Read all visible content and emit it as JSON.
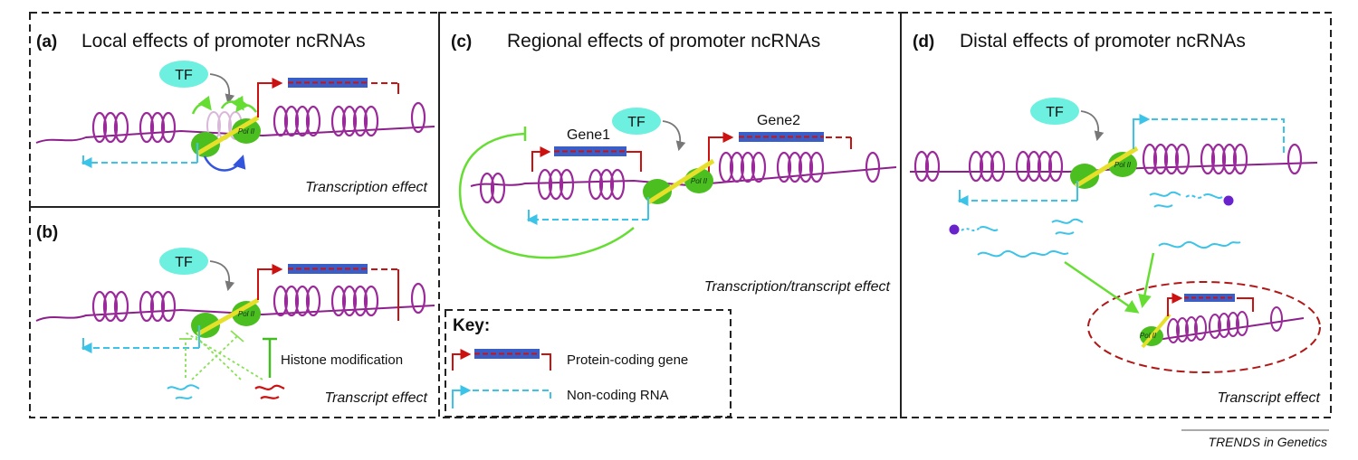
{
  "panels": {
    "a": {
      "label": "(a)",
      "title": "Local effects of promoter ncRNAs",
      "effect": "Transcription effect"
    },
    "b": {
      "label": "(b)",
      "effect": "Transcript effect",
      "note": "Histone modification"
    },
    "c": {
      "label": "(c)",
      "title": "Regional effects of promoter ncRNAs",
      "effect": "Transcription/transcript effect",
      "gene1": "Gene1",
      "gene2": "Gene2"
    },
    "d": {
      "label": "(d)",
      "title": "Distal effects of promoter ncRNAs",
      "effect": "Transcript effect"
    }
  },
  "labels": {
    "tf": "TF",
    "pol": "Pol II"
  },
  "key": {
    "title": "Key:",
    "protein_coding": "Protein-coding gene",
    "noncoding": "Non-coding RNA"
  },
  "brand": "TRENDS in Genetics",
  "colors": {
    "dna": "#8c1f8c",
    "helix": "#9a2a9a",
    "tf": "#6ef0e0",
    "polymerase": "#4cbf20",
    "ncrna": "#3cc3e8",
    "gene_red": "#cc1111",
    "gene_blue": "#3a5ec8",
    "arrow_green": "#66dd33",
    "loop_blue": "#3355dd",
    "ellipse": "#b01818",
    "terminal": "#6a22cc"
  },
  "icons": [
    "nucleosome-icon",
    "tf-icon",
    "pol-ii-icon",
    "gene-arrow-icon",
    "ncrna-icon"
  ]
}
